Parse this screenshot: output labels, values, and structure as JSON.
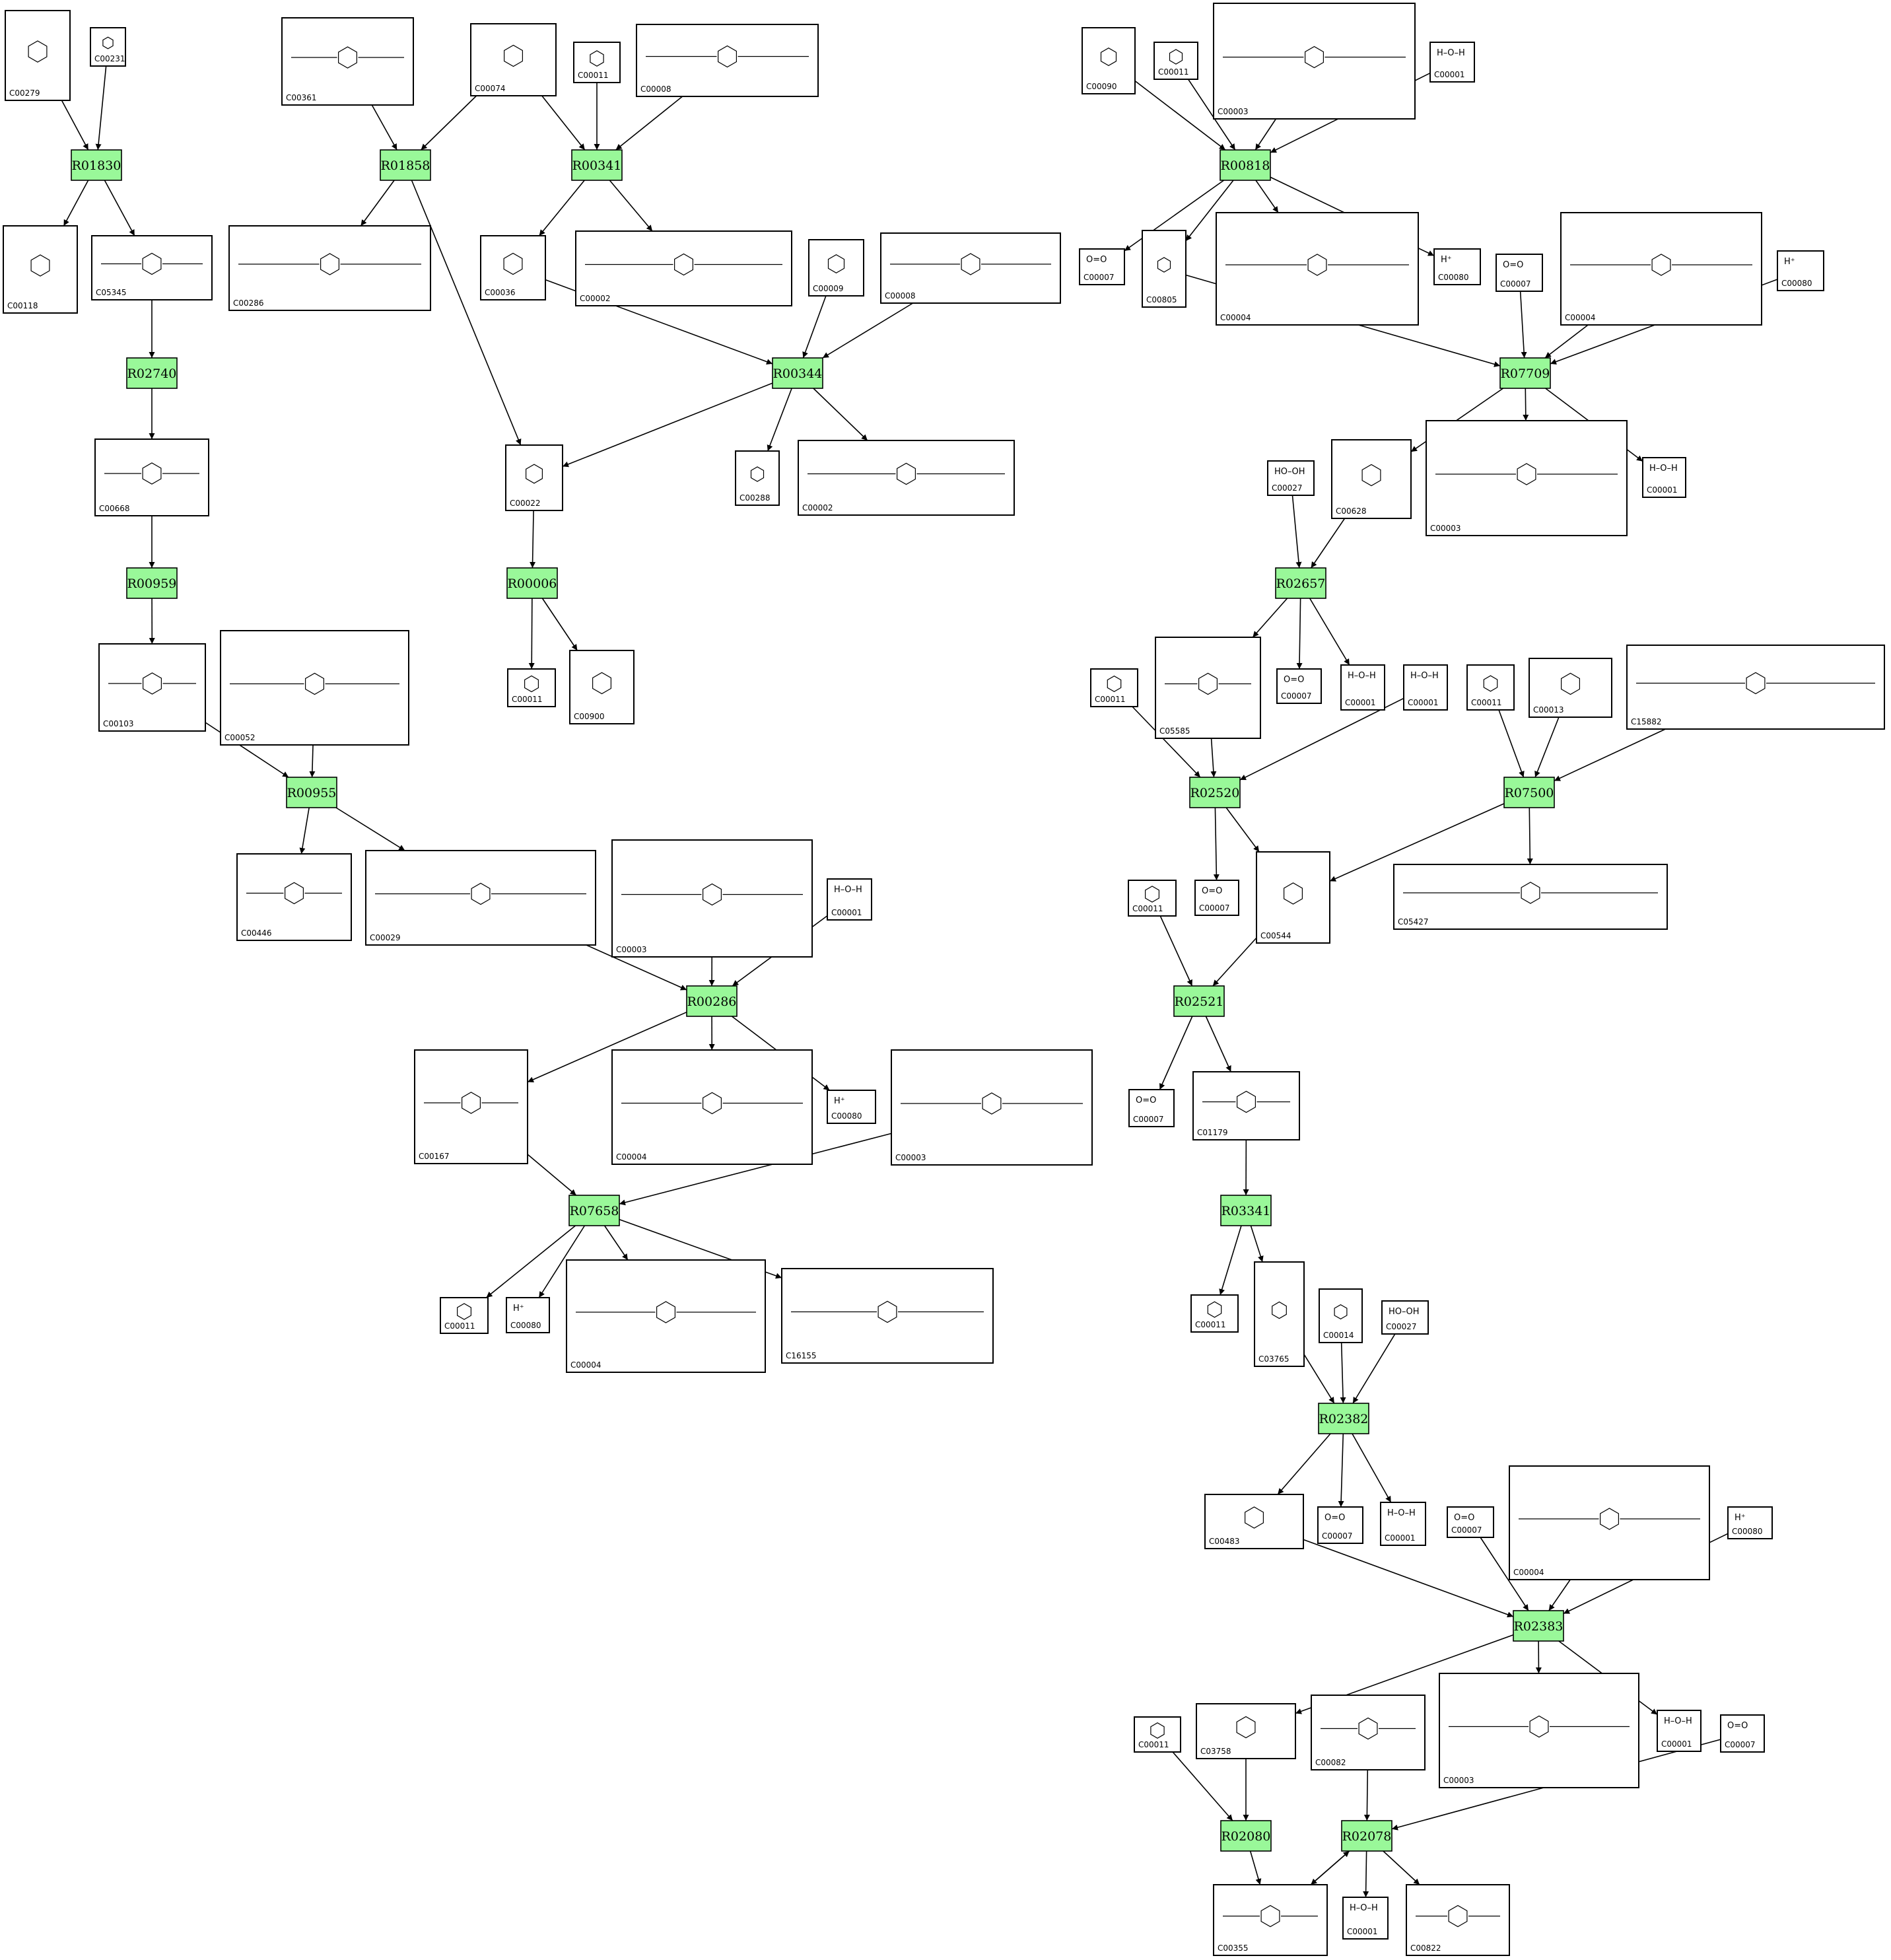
{
  "reactions": [
    {
      "id": "R01830",
      "label": "R01830"
    },
    {
      "id": "R01858",
      "label": "R01858"
    },
    {
      "id": "R00341",
      "label": "R00341"
    },
    {
      "id": "R02740",
      "label": "R02740"
    },
    {
      "id": "R00344",
      "label": "R00344"
    },
    {
      "id": "R00959",
      "label": "R00959"
    },
    {
      "id": "R00006",
      "label": "R00006"
    },
    {
      "id": "R00955",
      "label": "R00955"
    },
    {
      "id": "R00286",
      "label": "R00286"
    },
    {
      "id": "R07658",
      "label": "R07658"
    },
    {
      "id": "R00818",
      "label": "R00818"
    },
    {
      "id": "R07709",
      "label": "R07709"
    },
    {
      "id": "R02657",
      "label": "R02657"
    },
    {
      "id": "R02520",
      "label": "R02520"
    },
    {
      "id": "R07500",
      "label": "R07500"
    },
    {
      "id": "R02521",
      "label": "R02521"
    },
    {
      "id": "R03341",
      "label": "R03341"
    },
    {
      "id": "R02382",
      "label": "R02382"
    },
    {
      "id": "R02383",
      "label": "R02383"
    },
    {
      "id": "R02080",
      "label": "R02080"
    },
    {
      "id": "R02078",
      "label": "R02078"
    }
  ],
  "compounds": [
    {
      "key": "c00279",
      "id": "C00279",
      "formula": ""
    },
    {
      "key": "c00231",
      "id": "C00231",
      "formula": ""
    },
    {
      "key": "c00361",
      "id": "C00361",
      "formula": ""
    },
    {
      "key": "c00074",
      "id": "C00074",
      "formula": ""
    },
    {
      "key": "c00011_a",
      "id": "C00011",
      "formula": ""
    },
    {
      "key": "c00008_a",
      "id": "C00008",
      "formula": ""
    },
    {
      "key": "c00118",
      "id": "C00118",
      "formula": ""
    },
    {
      "key": "c05345",
      "id": "C05345",
      "formula": ""
    },
    {
      "key": "c00286",
      "id": "C00286",
      "formula": ""
    },
    {
      "key": "c00036",
      "id": "C00036",
      "formula": ""
    },
    {
      "key": "c00002_a",
      "id": "C00002",
      "formula": ""
    },
    {
      "key": "c00009_a",
      "id": "C00009",
      "formula": ""
    },
    {
      "key": "c00008_b",
      "id": "C00008",
      "formula": ""
    },
    {
      "key": "c00668",
      "id": "C00668",
      "formula": ""
    },
    {
      "key": "c00022",
      "id": "C00022",
      "formula": ""
    },
    {
      "key": "c00288",
      "id": "C00288",
      "formula": ""
    },
    {
      "key": "c00002_b",
      "id": "C00002",
      "formula": ""
    },
    {
      "key": "c00103",
      "id": "C00103",
      "formula": ""
    },
    {
      "key": "c00052",
      "id": "C00052",
      "formula": ""
    },
    {
      "key": "c00011_b",
      "id": "C00011",
      "formula": ""
    },
    {
      "key": "c00900",
      "id": "C00900",
      "formula": ""
    },
    {
      "key": "c00446",
      "id": "C00446",
      "formula": ""
    },
    {
      "key": "c00029",
      "id": "C00029",
      "formula": ""
    },
    {
      "key": "c00003_a",
      "id": "C00003",
      "formula": ""
    },
    {
      "key": "c00001_a",
      "id": "C00001",
      "formula": "H–O–H"
    },
    {
      "key": "c00167",
      "id": "C00167",
      "formula": ""
    },
    {
      "key": "c00004_a",
      "id": "C00004",
      "formula": ""
    },
    {
      "key": "c00080_a",
      "id": "C00080",
      "formula": "H⁺"
    },
    {
      "key": "c00003_b",
      "id": "C00003",
      "formula": ""
    },
    {
      "key": "c00011_c",
      "id": "C00011",
      "formula": ""
    },
    {
      "key": "c00080_b",
      "id": "C00080",
      "formula": "H⁺"
    },
    {
      "key": "c00004_b",
      "id": "C00004",
      "formula": ""
    },
    {
      "key": "c16155",
      "id": "C16155",
      "formula": ""
    },
    {
      "key": "c00090",
      "id": "C00090",
      "formula": ""
    },
    {
      "key": "c00011_d",
      "id": "C00011",
      "formula": ""
    },
    {
      "key": "c00003_c",
      "id": "C00003",
      "formula": ""
    },
    {
      "key": "c00001_b",
      "id": "C00001",
      "formula": "H–O–H"
    },
    {
      "key": "c00007_a",
      "id": "C00007",
      "formula": "O=O"
    },
    {
      "key": "c00805",
      "id": "C00805",
      "formula": ""
    },
    {
      "key": "c00004_c",
      "id": "C00004",
      "formula": ""
    },
    {
      "key": "c00080_c",
      "id": "C00080",
      "formula": "H⁺"
    },
    {
      "key": "c00007_b",
      "id": "C00007",
      "formula": "O=O"
    },
    {
      "key": "c00004_d",
      "id": "C00004",
      "formula": ""
    },
    {
      "key": "c00080_d",
      "id": "C00080",
      "formula": "H⁺"
    },
    {
      "key": "c00027_a",
      "id": "C00027",
      "formula": "HO–OH"
    },
    {
      "key": "c00628",
      "id": "C00628",
      "formula": ""
    },
    {
      "key": "c00003_d",
      "id": "C00003",
      "formula": ""
    },
    {
      "key": "c00001_c",
      "id": "C00001",
      "formula": "H–O–H"
    },
    {
      "key": "c00011_e",
      "id": "C00011",
      "formula": ""
    },
    {
      "key": "c05585",
      "id": "C05585",
      "formula": ""
    },
    {
      "key": "c00007_c",
      "id": "C00007",
      "formula": "O=O"
    },
    {
      "key": "c00001_d",
      "id": "C00001",
      "formula": "H–O–H"
    },
    {
      "key": "c00001_e",
      "id": "C00001",
      "formula": "H–O–H"
    },
    {
      "key": "c00011_f",
      "id": "C00011",
      "formula": ""
    },
    {
      "key": "c00013",
      "id": "C00013",
      "formula": ""
    },
    {
      "key": "c15882",
      "id": "C15882",
      "formula": ""
    },
    {
      "key": "c00011_g",
      "id": "C00011",
      "formula": ""
    },
    {
      "key": "c00007_d",
      "id": "C00007",
      "formula": "O=O"
    },
    {
      "key": "c00544",
      "id": "C00544",
      "formula": ""
    },
    {
      "key": "c05427",
      "id": "C05427",
      "formula": ""
    },
    {
      "key": "c00007_e",
      "id": "C00007",
      "formula": "O=O"
    },
    {
      "key": "c01179",
      "id": "C01179",
      "formula": ""
    },
    {
      "key": "c00011_h",
      "id": "C00011",
      "formula": ""
    },
    {
      "key": "c03765",
      "id": "C03765",
      "formula": ""
    },
    {
      "key": "c00014",
      "id": "C00014",
      "formula": ""
    },
    {
      "key": "c00027_b",
      "id": "C00027",
      "formula": "HO–OH"
    },
    {
      "key": "c00483",
      "id": "C00483",
      "formula": ""
    },
    {
      "key": "c00007_f",
      "id": "C00007",
      "formula": "O=O"
    },
    {
      "key": "c00001_f",
      "id": "C00001",
      "formula": "H–O–H"
    },
    {
      "key": "c00007_g",
      "id": "C00007",
      "formula": "O=O"
    },
    {
      "key": "c00004_e",
      "id": "C00004",
      "formula": ""
    },
    {
      "key": "c00080_e",
      "id": "C00080",
      "formula": "H⁺"
    },
    {
      "key": "c00011_i",
      "id": "C00011",
      "formula": ""
    },
    {
      "key": "c03758",
      "id": "C03758",
      "formula": ""
    },
    {
      "key": "c00082",
      "id": "C00082",
      "formula": ""
    },
    {
      "key": "c00003_e",
      "id": "C00003",
      "formula": ""
    },
    {
      "key": "c00001_g",
      "id": "C00001",
      "formula": "H–O–H"
    },
    {
      "key": "c00007_h",
      "id": "C00007",
      "formula": "O=O"
    },
    {
      "key": "c00355",
      "id": "C00355",
      "formula": ""
    },
    {
      "key": "c00001_h",
      "id": "C00001",
      "formula": "H–O–H"
    },
    {
      "key": "c00822",
      "id": "C00822",
      "formula": ""
    }
  ],
  "edges": [
    [
      "c00279",
      "R01830"
    ],
    [
      "c00231",
      "R01830"
    ],
    [
      "R01830",
      "c00118"
    ],
    [
      "R01830",
      "c05345"
    ],
    [
      "c05345",
      "R02740"
    ],
    [
      "R02740",
      "c00668"
    ],
    [
      "c00668",
      "R00959"
    ],
    [
      "R00959",
      "c00103"
    ],
    [
      "c00103",
      "R00955"
    ],
    [
      "c00052",
      "R00955"
    ],
    [
      "R00955",
      "c00446"
    ],
    [
      "R00955",
      "c00029"
    ],
    [
      "c00361",
      "R01858"
    ],
    [
      "c00074",
      "R01858"
    ],
    [
      "R01858",
      "c00286"
    ],
    [
      "R01858",
      "c00022"
    ],
    [
      "c00074",
      "R00341"
    ],
    [
      "c00011_a",
      "R00341"
    ],
    [
      "c00008_a",
      "R00341"
    ],
    [
      "R00341",
      "c00036"
    ],
    [
      "R00341",
      "c00002_a"
    ],
    [
      "c00036",
      "R00344"
    ],
    [
      "c00009_a",
      "R00344"
    ],
    [
      "c00008_b",
      "R00344"
    ],
    [
      "R00344",
      "c00022"
    ],
    [
      "R00344",
      "c00288"
    ],
    [
      "R00344",
      "c00002_b"
    ],
    [
      "c00022",
      "R00006"
    ],
    [
      "R00006",
      "c00011_b"
    ],
    [
      "R00006",
      "c00900"
    ],
    [
      "c00029",
      "R00286"
    ],
    [
      "c00003_a",
      "R00286"
    ],
    [
      "c00001_a",
      "R00286"
    ],
    [
      "R00286",
      "c00167"
    ],
    [
      "R00286",
      "c00004_a"
    ],
    [
      "R00286",
      "c00080_a"
    ],
    [
      "c00167",
      "R07658"
    ],
    [
      "c00003_b",
      "R07658"
    ],
    [
      "R07658",
      "c00011_c"
    ],
    [
      "R07658",
      "c00080_b"
    ],
    [
      "R07658",
      "c00004_b"
    ],
    [
      "R07658",
      "c16155"
    ],
    [
      "c00090",
      "R00818"
    ],
    [
      "c00011_d",
      "R00818"
    ],
    [
      "c00003_c",
      "R00818"
    ],
    [
      "c00001_b",
      "R00818"
    ],
    [
      "R00818",
      "c00007_a"
    ],
    [
      "R00818",
      "c00805"
    ],
    [
      "R00818",
      "c00004_c"
    ],
    [
      "R00818",
      "c00080_c"
    ],
    [
      "c00805",
      "R07709"
    ],
    [
      "c00007_b",
      "R07709"
    ],
    [
      "c00004_d",
      "R07709"
    ],
    [
      "c00080_d",
      "R07709"
    ],
    [
      "R07709",
      "c00628"
    ],
    [
      "R07709",
      "c00003_d"
    ],
    [
      "R07709",
      "c00001_c"
    ],
    [
      "c00027_a",
      "R02657"
    ],
    [
      "c00628",
      "R02657"
    ],
    [
      "R02657",
      "c05585"
    ],
    [
      "R02657",
      "c00007_c"
    ],
    [
      "R02657",
      "c00001_d"
    ],
    [
      "c00011_e",
      "R02520"
    ],
    [
      "c05585",
      "R02520"
    ],
    [
      "c00001_e",
      "R02520"
    ],
    [
      "R02520",
      "c00007_d"
    ],
    [
      "R02520",
      "c00544"
    ],
    [
      "c00011_f",
      "R07500"
    ],
    [
      "c00013",
      "R07500"
    ],
    [
      "c15882",
      "R07500"
    ],
    [
      "R07500",
      "c00544"
    ],
    [
      "R07500",
      "c05427"
    ],
    [
      "c00011_g",
      "R02521"
    ],
    [
      "c00544",
      "R02521"
    ],
    [
      "R02521",
      "c00007_e"
    ],
    [
      "R02521",
      "c01179"
    ],
    [
      "c01179",
      "R03341"
    ],
    [
      "R03341",
      "c00011_h"
    ],
    [
      "R03341",
      "c03765"
    ],
    [
      "c03765",
      "R02382"
    ],
    [
      "c00014",
      "R02382"
    ],
    [
      "c00027_b",
      "R02382"
    ],
    [
      "R02382",
      "c00483"
    ],
    [
      "R02382",
      "c00007_f"
    ],
    [
      "R02382",
      "c00001_f"
    ],
    [
      "c00483",
      "R02383"
    ],
    [
      "c00007_g",
      "R02383"
    ],
    [
      "c00004_e",
      "R02383"
    ],
    [
      "c00080_e",
      "R02383"
    ],
    [
      "R02383",
      "c03758"
    ],
    [
      "R02383",
      "c00003_e"
    ],
    [
      "R02383",
      "c00001_g"
    ],
    [
      "c00011_i",
      "R02080"
    ],
    [
      "c03758",
      "R02080"
    ],
    [
      "R02080",
      "c00355"
    ],
    [
      "c00082",
      "R02078"
    ],
    [
      "c00007_h",
      "R02078"
    ],
    [
      "c00355",
      "R02078"
    ],
    [
      "R02078",
      "c00355"
    ],
    [
      "R02078",
      "c00001_h"
    ],
    [
      "R02078",
      "c00822"
    ]
  ]
}
